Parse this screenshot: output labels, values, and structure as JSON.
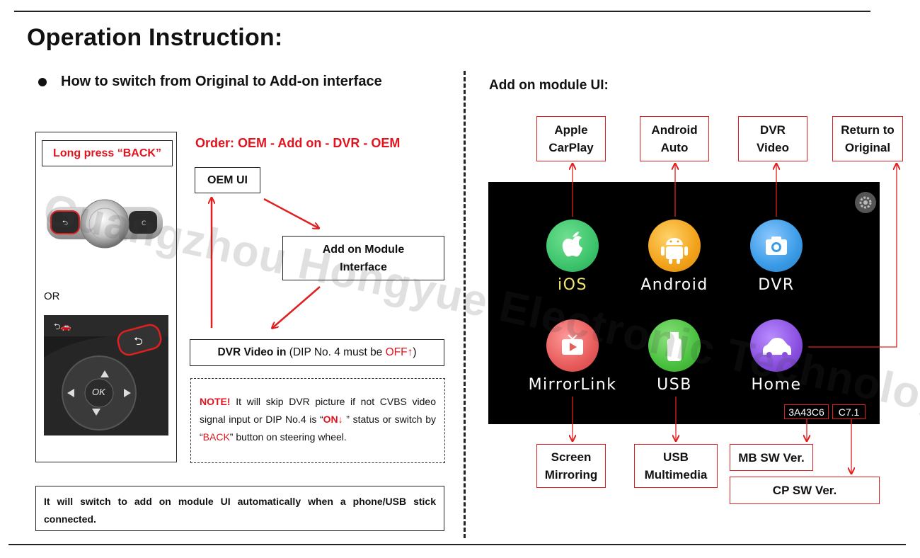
{
  "title": "Operation Instruction:",
  "left": {
    "bullet": "How to switch from Original to Add-on interface",
    "long_press": "Long press “BACK”",
    "or_label": "OR",
    "ok_label": "OK",
    "order": "Order: OEM - Add on - DVR - OEM",
    "oem_ui": "OEM UI",
    "addon_line1": "Add on Module",
    "addon_line2": "Interface",
    "dvr_bold": "DVR Video in",
    "dvr_rest1": " (DIP No. 4 must be ",
    "dvr_off": "OFF",
    "dvr_up": "↑",
    "dvr_rest2": ")",
    "note_label": "NOTE!",
    "note_text1": " It will skip DVR picture if not CVBS video signal input or DIP No.4 is “",
    "note_on": "ON",
    "note_down": "↓",
    "note_text2": " ” status or switch by “",
    "note_back": "BACK",
    "note_text3": "” button on steering wheel.",
    "auto_note": "It will switch to add on module UI automatically when a phone/USB stick connected."
  },
  "right": {
    "heading": "Add on module UI:",
    "callouts_top": [
      {
        "line1": "Apple",
        "line2": "CarPlay"
      },
      {
        "line1": "Android",
        "line2": "Auto"
      },
      {
        "line1": "DVR",
        "line2": "Video"
      },
      {
        "line1": "Return to",
        "line2": "Original"
      }
    ],
    "apps": [
      {
        "label": "iOS",
        "icon": "apple-icon"
      },
      {
        "label": "Android",
        "icon": "android-icon"
      },
      {
        "label": "DVR",
        "icon": "camera-icon"
      },
      {
        "label": "MirrorLink",
        "icon": "tv-icon"
      },
      {
        "label": "USB",
        "icon": "usb-stick-icon"
      },
      {
        "label": "Home",
        "icon": "car-icon"
      }
    ],
    "mb_version": "3A43C6",
    "cp_version": "C7.1",
    "callouts_bottom": [
      {
        "line1": "Screen",
        "line2": "Mirroring"
      },
      {
        "line1": "USB",
        "line2": "Multimedia"
      }
    ],
    "mb_sw": "MB SW Ver.",
    "cp_sw": "CP SW Ver."
  },
  "watermark": "Guangzhou Hongyue Electronic Technology Co., Ltd",
  "colors": {
    "accent_red": "#e0141e",
    "ios_green": "#3ec46d",
    "android_orange": "#f2a21a",
    "dvr_blue": "#3a9be6",
    "mirror_red": "#e85c5c",
    "usb_green": "#49c13f",
    "home_purple": "#8a4fe0"
  }
}
